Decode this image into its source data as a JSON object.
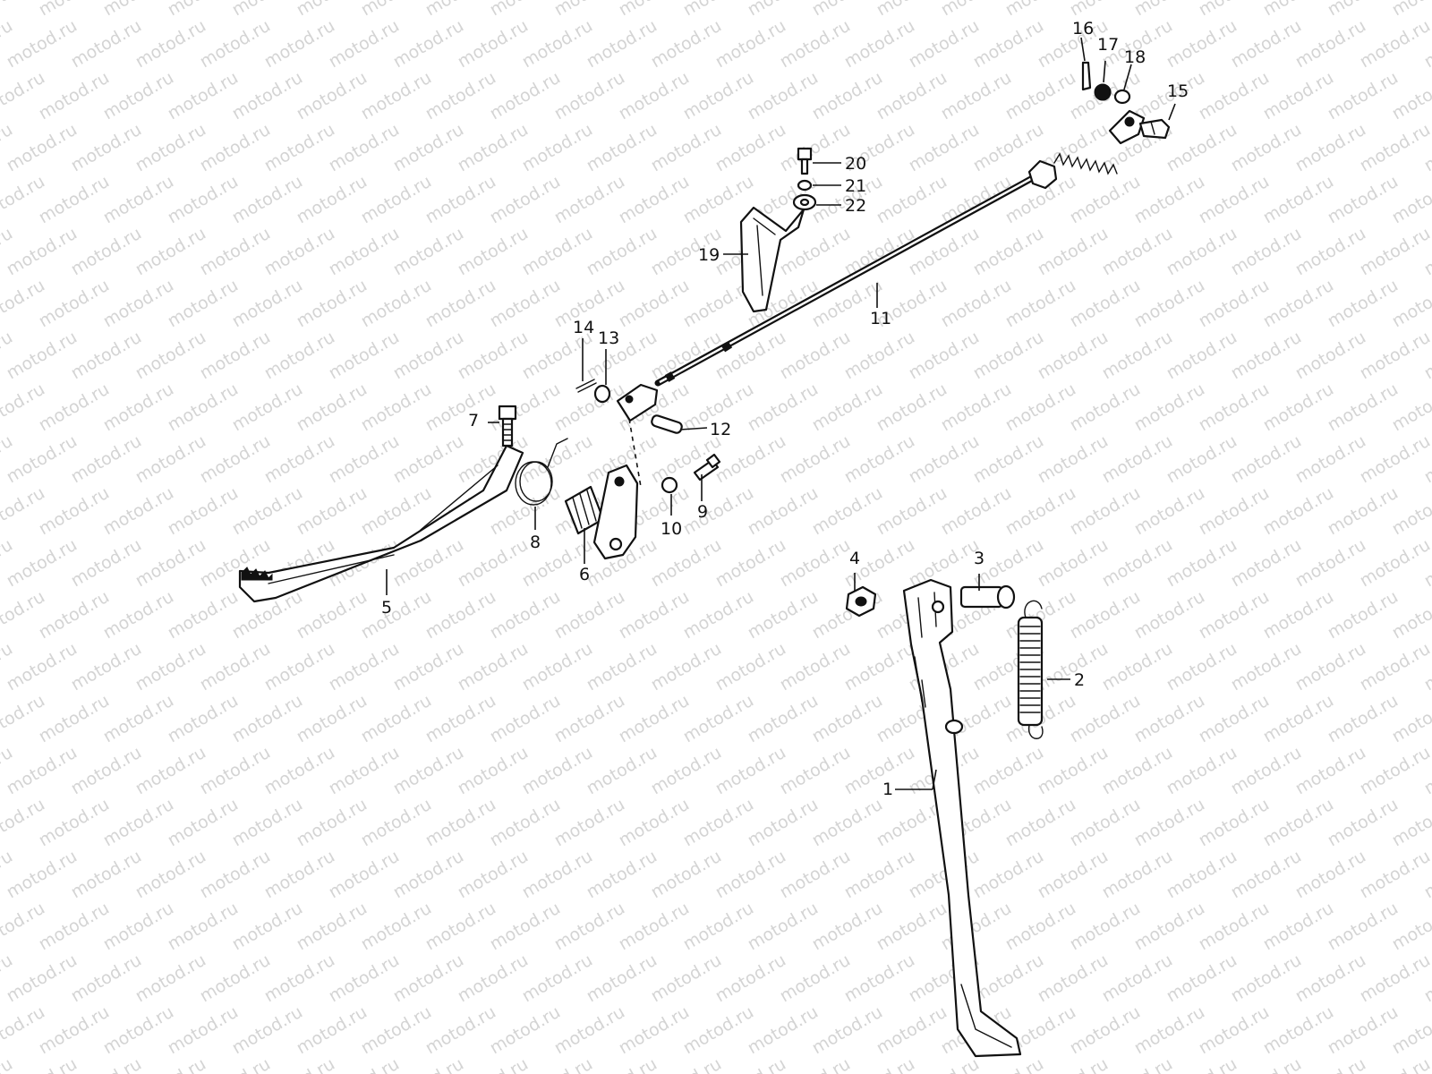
{
  "watermark": "motod.ru",
  "labels": {
    "p1": "1",
    "p2": "2",
    "p3": "3",
    "p4": "4",
    "p5": "5",
    "p6": "6",
    "p7": "7",
    "p8": "8",
    "p9": "9",
    "p10": "10",
    "p11": "11",
    "p12": "12",
    "p13": "13",
    "p14": "14",
    "p15": "15",
    "p16": "16",
    "p17": "17",
    "p18": "18",
    "p19": "19",
    "p20": "20",
    "p21": "21",
    "p22": "22"
  }
}
